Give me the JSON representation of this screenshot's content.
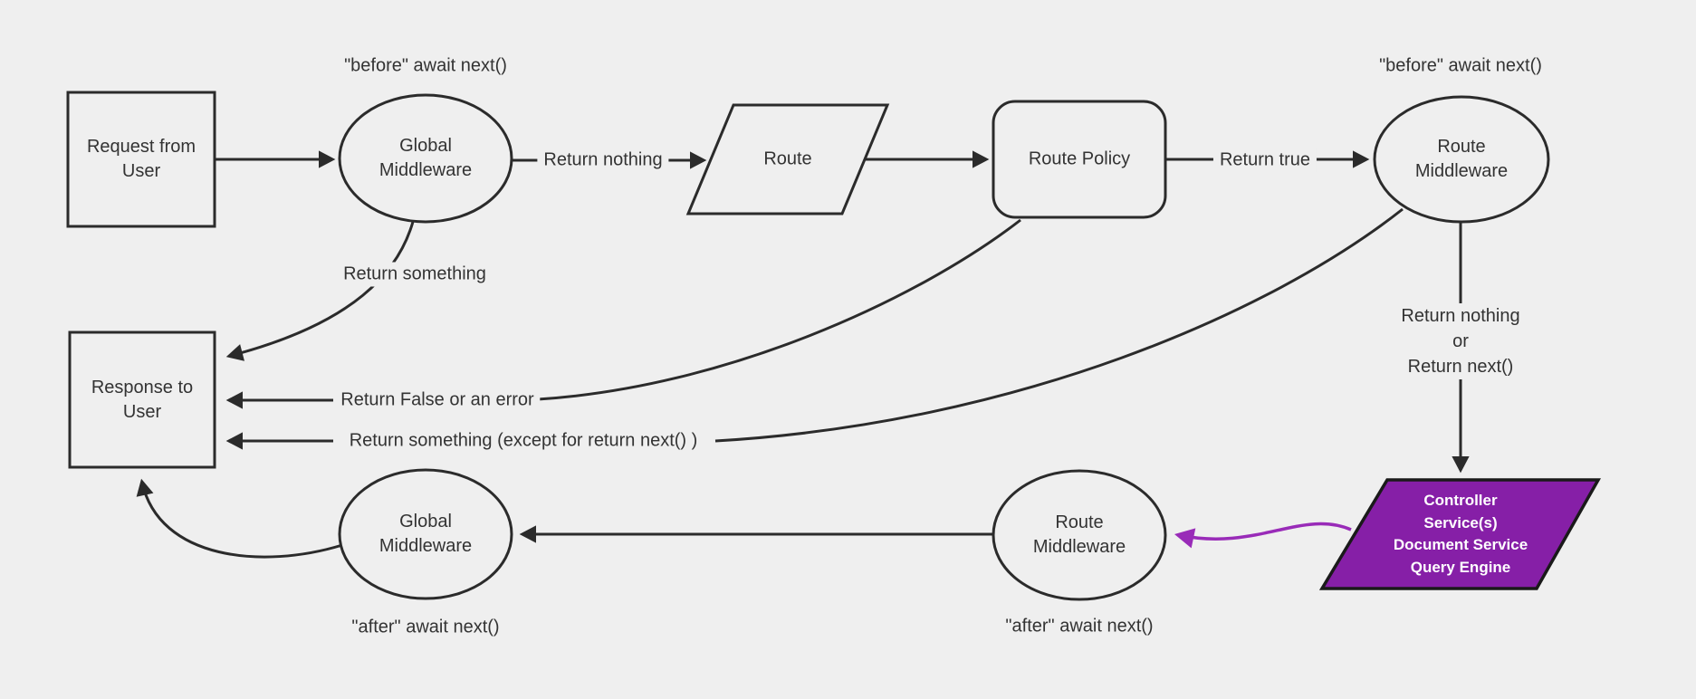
{
  "diagram": {
    "background": "#efefef",
    "stroke": "#2b2b2b",
    "text_color": "#333333",
    "purple_fill": "#861fa7",
    "purple_stroke": "#992bb8"
  },
  "nodes": {
    "request": {
      "label": "Request from User",
      "shape": "rectangle"
    },
    "global_middleware_top": {
      "label": "Global Middleware",
      "shape": "ellipse"
    },
    "route": {
      "label": "Route",
      "shape": "parallelogram"
    },
    "route_policy": {
      "label": "Route Policy",
      "shape": "rounded-rectangle"
    },
    "route_middleware_top": {
      "label": "Route Middleware",
      "shape": "ellipse"
    },
    "response": {
      "label": "Response to User",
      "shape": "rectangle"
    },
    "global_middleware_bottom": {
      "label": "Global Middleware",
      "shape": "ellipse"
    },
    "route_middleware_bottom": {
      "label": "Route Middleware",
      "shape": "ellipse"
    },
    "controller": {
      "label": "Controller\nService(s)\nDocument Service\nQuery Engine",
      "shape": "parallelogram",
      "fill": "#861fa7"
    }
  },
  "edge_labels": {
    "before_await_left": "\"before\" await next()",
    "before_await_right": "\"before\" await next()",
    "return_nothing": "Return nothing",
    "return_true": "Return true",
    "return_something": "Return something",
    "return_false": "Return False or an error",
    "return_something_except": "Return something (except for return next() )",
    "return_nothing_or_next": "Return nothing\nor\nReturn next()",
    "after_await_left": "\"after\" await next()",
    "after_await_right": "\"after\" await next()"
  }
}
